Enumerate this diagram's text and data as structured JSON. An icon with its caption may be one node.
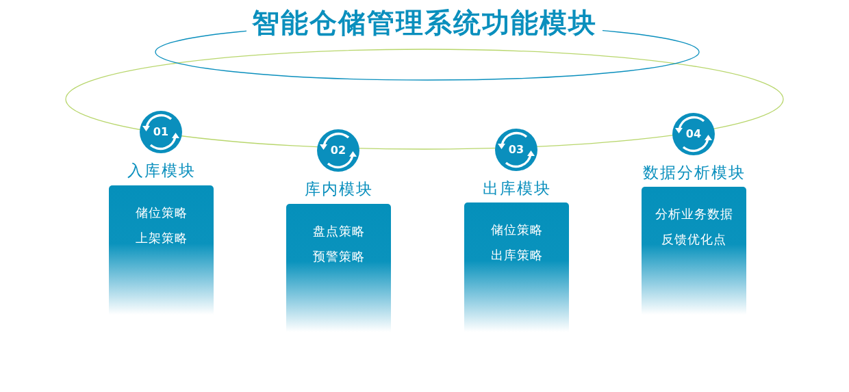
{
  "diagram": {
    "title": "智能仓储管理系统功能模块",
    "nodes": [
      {
        "text": [
          "01"
        ]
      },
      {
        "text": [
          "入库模块",
          "储位策略",
          "上架策略"
        ]
      },
      {
        "text": [
          "02"
        ]
      },
      {
        "text": [
          "库内模块",
          "盘点策略",
          "预警策略"
        ]
      },
      {
        "text": [
          "03"
        ]
      },
      {
        "text": [
          "出库模块",
          "储位策略",
          "出库策略"
        ]
      },
      {
        "text": [
          "04"
        ]
      },
      {
        "text": [
          "数据分析模块",
          "分析业务数据",
          "反馈优化点"
        ]
      }
    ]
  }
}
